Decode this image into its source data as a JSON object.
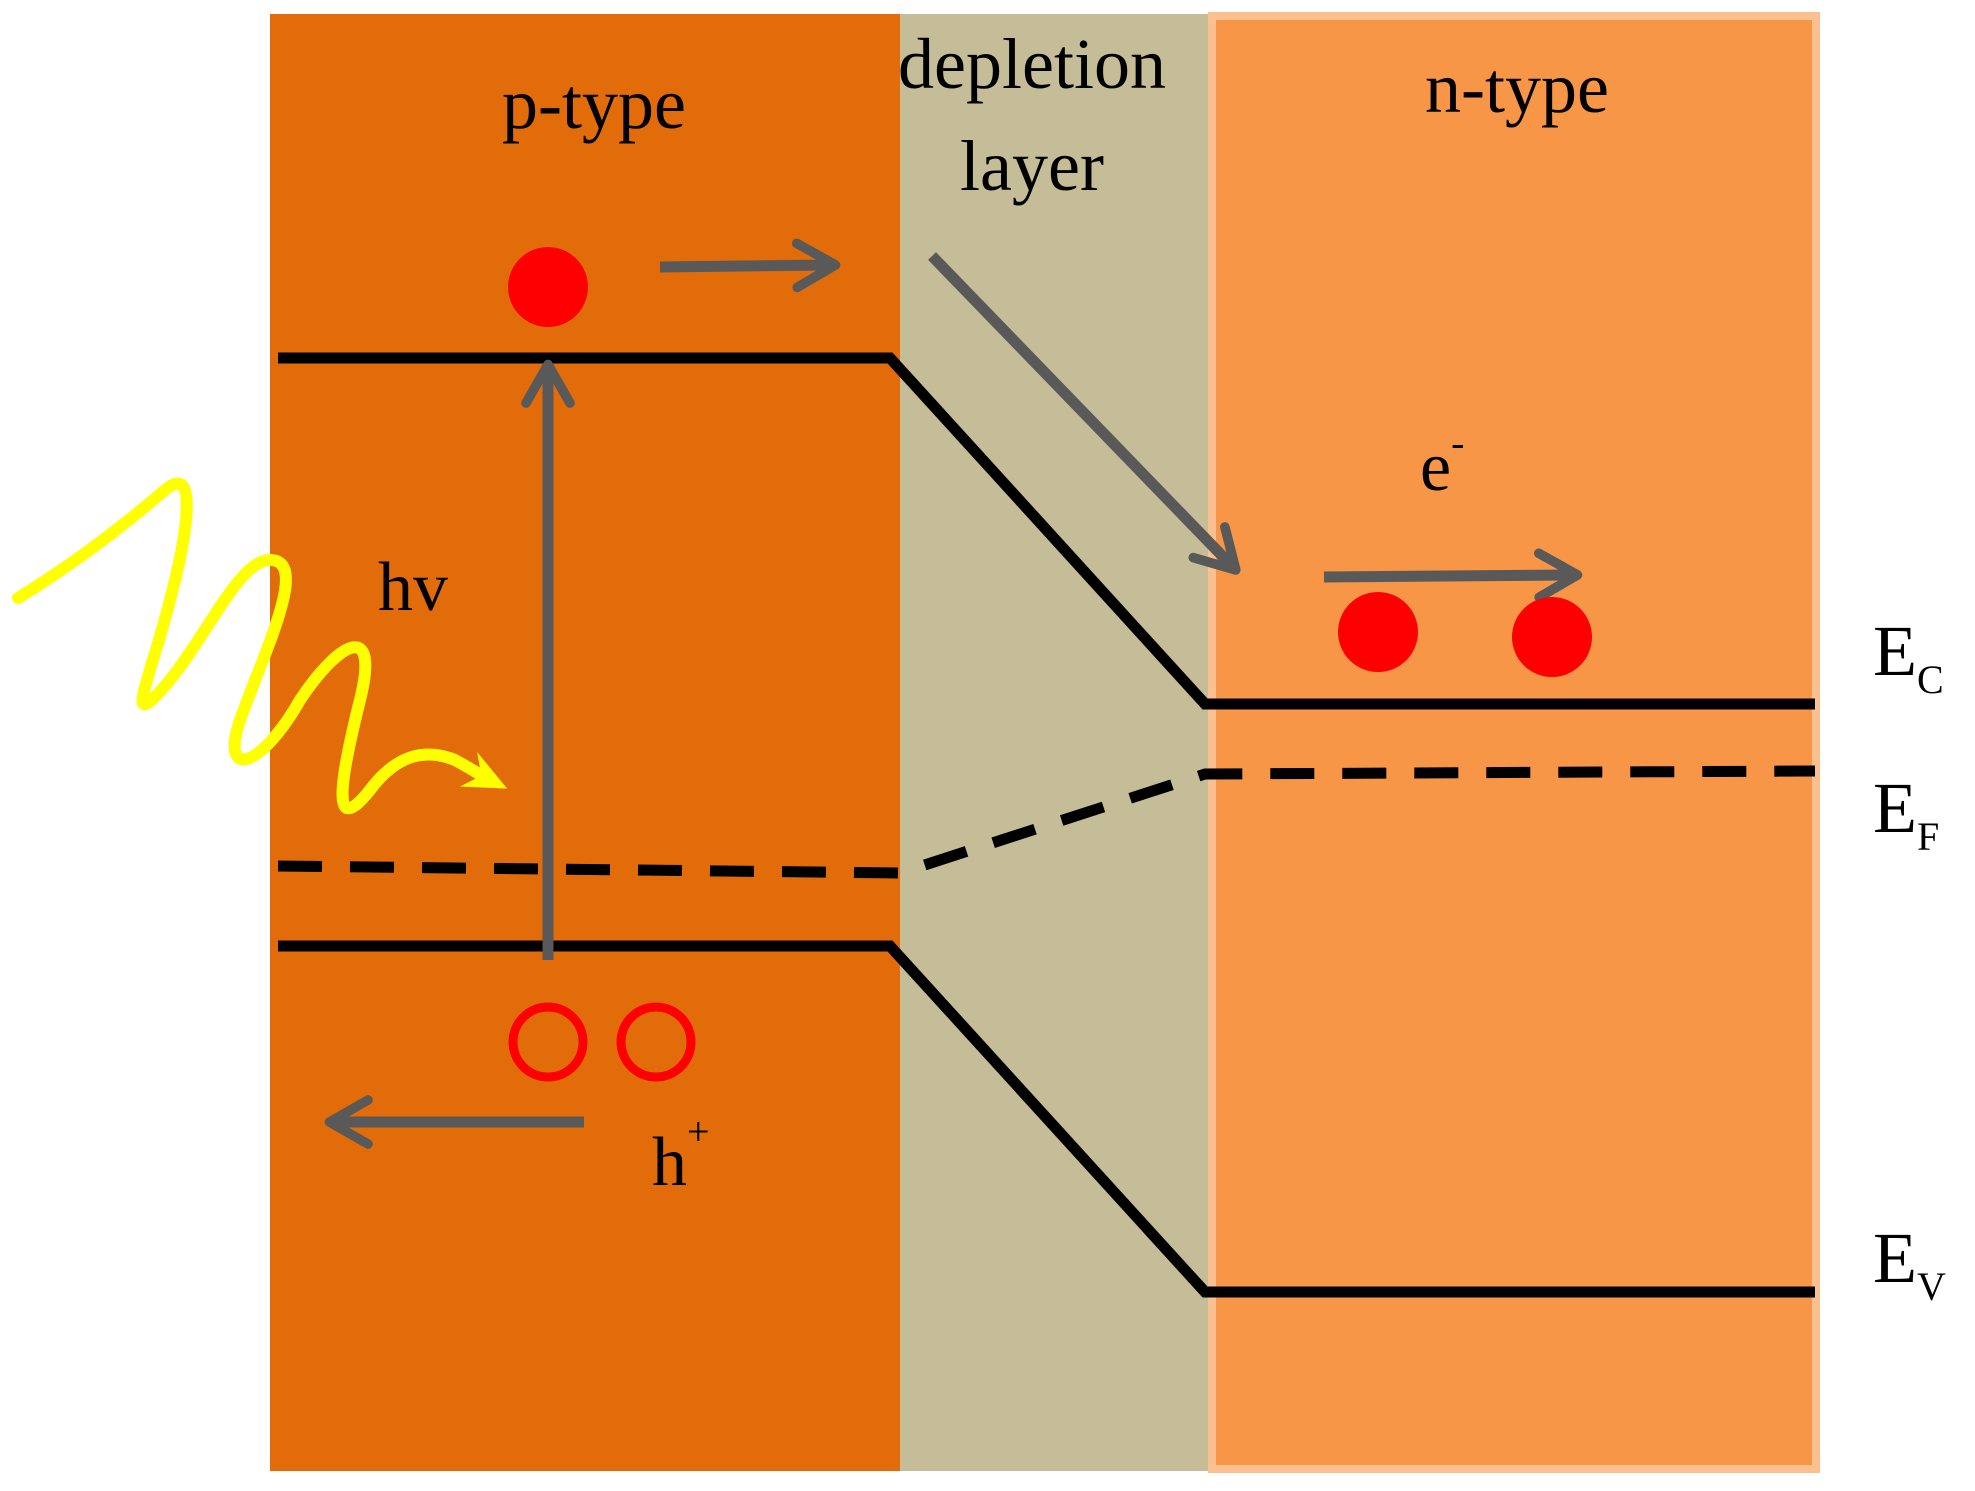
{
  "regions": {
    "p_type": {
      "label": "p-type",
      "color": "#e36c0a"
    },
    "depletion": {
      "label_line1": "depletion",
      "label_line2": "layer",
      "color": "#c4bd97"
    },
    "n_type": {
      "label": "n-type",
      "color": "#f79646",
      "border_color": "#fac090"
    }
  },
  "labels": {
    "photon": "hv",
    "electron_base": "e",
    "electron_sup": "-",
    "hole_base": "h",
    "hole_sup": "+"
  },
  "energy_levels": {
    "conduction": {
      "base": "E",
      "sub": "C"
    },
    "fermi": {
      "base": "E",
      "sub": "F"
    },
    "valence": {
      "base": "E",
      "sub": "V"
    }
  },
  "colors": {
    "band_line": "#000000",
    "arrow": "#595959",
    "photon_wave": "#ffff00",
    "electron": "#ff0000",
    "hole": "#ff0000"
  }
}
